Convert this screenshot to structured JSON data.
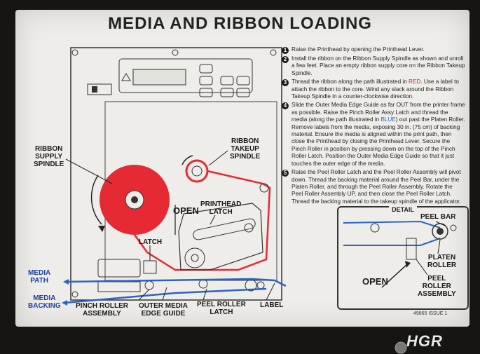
{
  "title": "MEDIA AND RIBBON LOADING",
  "colors": {
    "ribbon": "#e52a33",
    "media_path": "#2a63c9",
    "panel": "#eeede9"
  },
  "labels": {
    "ribbon_supply_spindle": "RIBBON\nSUPPLY\nSPINDLE",
    "ribbon_takeup_spindle": "RIBBON\nTAKEUP\nSPINDLE",
    "open": "OPEN",
    "printhead_latch": "PRINTHEAD\nLATCH",
    "latch": "LATCH",
    "media_path": "MEDIA\nPATH",
    "media_backing": "MEDIA\nBACKING",
    "pinch_roller_assembly": "PINCH ROLLER\nASSEMBLY",
    "outer_media_edge_guide": "OUTER MEDIA\nEDGE GUIDE",
    "peel_roller_latch": "PEEL ROLLER\nLATCH",
    "label": "LABEL"
  },
  "steps": [
    {
      "num": "1",
      "text": "Raise the Printhead by opening the Printhead Lever."
    },
    {
      "num": "2",
      "text": "Install the ribbon on the Ribbon Supply Spindle as shown and unroll a few feet. Place an empty ribbon supply core on the Ribbon Takeup Spindle."
    },
    {
      "num": "3",
      "text_a": "Thread the ribbon along the path illustrated in ",
      "text_color": "RED",
      "text_b": ". Use a label to attach the ribbon to the core. Wind any slack around the Ribbon Takeup Spindle in a counter-clockwise direction."
    },
    {
      "num": "4",
      "text_a": "Slide the Outer Media Edge Guide as far OUT from the printer frame as possible. Raise the Pinch Roller Assy Latch and thread the media (along the path illustrated in ",
      "text_color": "BLUE",
      "text_b": ") out past the Platen Roller. Remove labels from the media, exposing 30 in. (75 cm) of backing material. Ensure the media is aligned within the print path, then close the Printhead by closing the Printhead Lever. Secure the Pinch Roller in position by pressing down on the top of the Pinch Roller Latch. Position the Outer Media Edge Guide so that it just touches the outer edge of the media."
    },
    {
      "num": "5",
      "text": "Raise the Peel Roller Latch and the Peel Roller Assembly will pivot down. Thread the backing material around the Peel Bar, under the Platen Roller, and through the Peel Roller Assembly. Rotate the Peel Roller Assembly UP, and then close the Peel Roller Latch. Thread the backing material to the takeup spindle of the applicator."
    }
  ],
  "detail": {
    "title": "DETAIL",
    "peel_bar": "PEEL BAR",
    "platen_roller": "PLATEN\nROLLER",
    "peel_roller_assembly": "PEEL\nROLLER\nASSEMBLY",
    "open": "OPEN"
  },
  "issue": "49865 ISSUE 1",
  "watermark": "HGR"
}
